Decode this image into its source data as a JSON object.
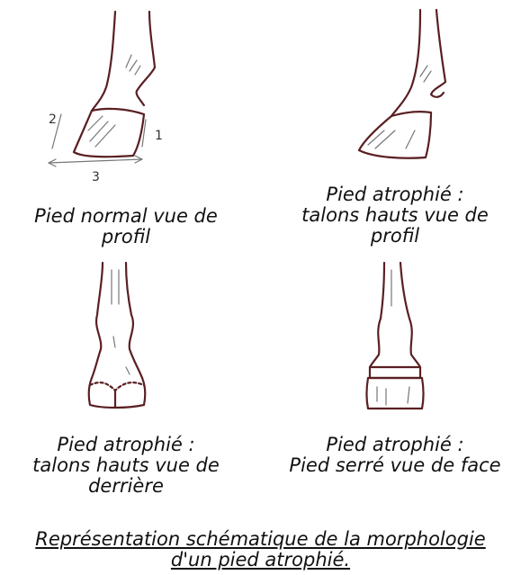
{
  "figures": [
    {
      "caption_lines": [
        "Pied normal vue de",
        "profil"
      ]
    },
    {
      "caption_lines": [
        "Pied atrophié :",
        "talons hauts vue de",
        "profil"
      ]
    },
    {
      "caption_lines": [
        "Pied atrophié :",
        "talons hauts vue de",
        "derrière"
      ]
    },
    {
      "caption_lines": [
        "Pied atrophié :",
        "Pied serré vue de face"
      ]
    }
  ],
  "measurement_labels": [
    "2",
    "1",
    "3"
  ],
  "title_lines": [
    "Représentation schématique de la morphologie",
    "d'un pied atrophié."
  ],
  "colors": {
    "outline": "#5a1f22",
    "hatch": "#777777"
  }
}
